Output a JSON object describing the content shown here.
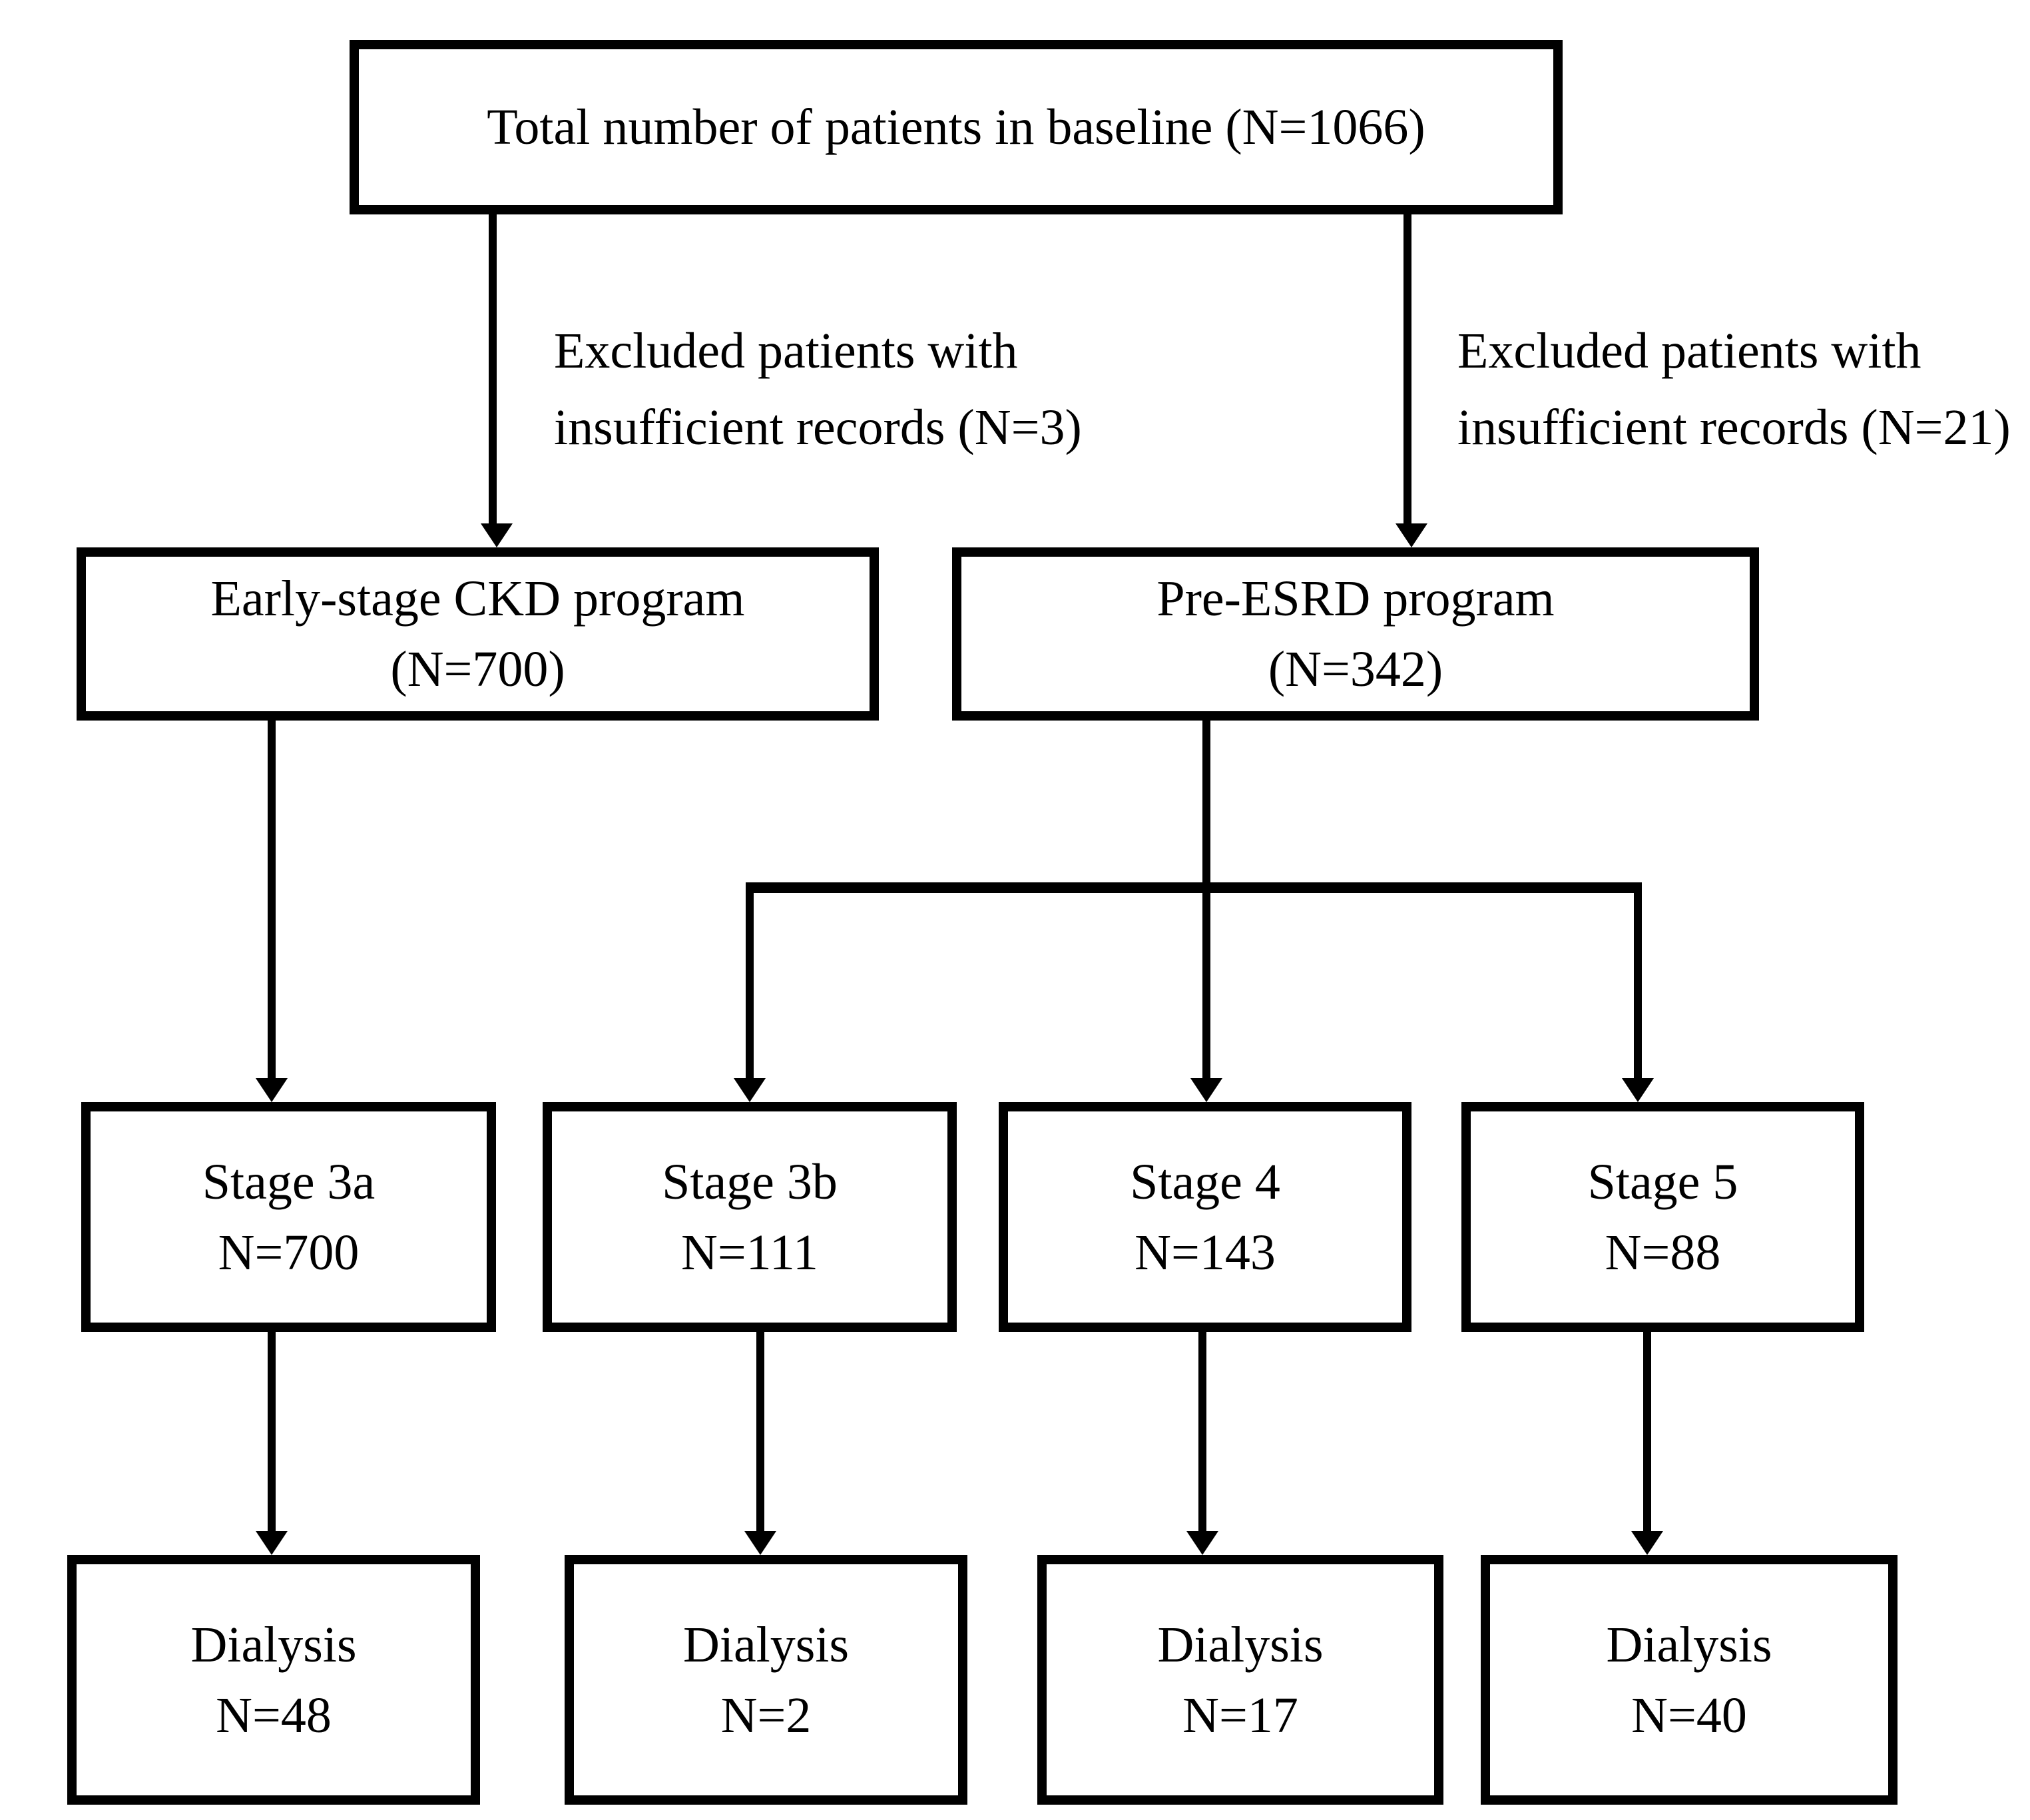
{
  "figure": {
    "background_color": "#ffffff",
    "line_color": "#000000",
    "text_color": "#000000"
  },
  "root": {
    "label": "Total number of patients in baseline (N=1066)"
  },
  "exclusions": {
    "left": {
      "line1": "Excluded patients with",
      "line2": "insufficient records (N=3)"
    },
    "right": {
      "line1": "Excluded patients with",
      "line2": "insufficient records (N=21)"
    }
  },
  "programs": {
    "early": {
      "name": "Early-stage CKD program",
      "n": "(N=700)"
    },
    "pre_esrd": {
      "name": "Pre-ESRD program",
      "n": "(N=342)"
    }
  },
  "stages": [
    {
      "name": "Stage 3a",
      "n": "N=700"
    },
    {
      "name": "Stage 3b",
      "n": "N=111"
    },
    {
      "name": "Stage 4",
      "n": "N=143"
    },
    {
      "name": "Stage 5",
      "n": "N=88"
    }
  ],
  "dialysis": [
    {
      "name": "Dialysis",
      "n": "N=48"
    },
    {
      "name": "Dialysis",
      "n": "N=2"
    },
    {
      "name": "Dialysis",
      "n": "N=17"
    },
    {
      "name": "Dialysis",
      "n": "N=40"
    }
  ]
}
